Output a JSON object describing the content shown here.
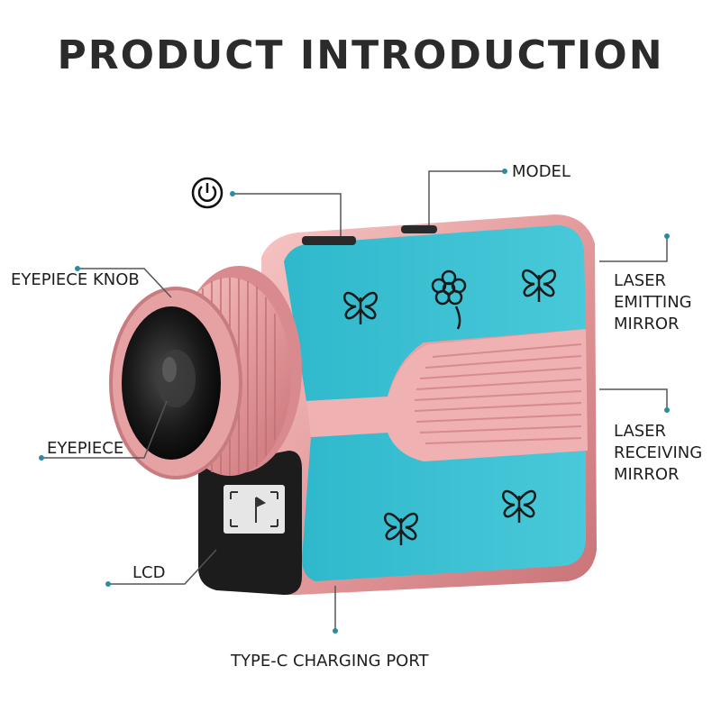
{
  "title": "PRODUCT INTRODUCTION",
  "labels": {
    "model": "MODEL",
    "eyepiece_knob": "EYEPIECE KNOB",
    "laser_emitting": [
      "LASER",
      "EMITTING",
      "MIRROR"
    ],
    "laser_receiving": [
      "LASER",
      "RECEIVING",
      "MIRROR"
    ],
    "eyepiece": "EYEPIECE",
    "lcd": "LCD",
    "type_c": "TYPE-C CHARGING PORT"
  },
  "icons": {
    "power": "power-icon",
    "butterfly": "butterfly-icon",
    "flower": "flower-icon"
  },
  "colors": {
    "body_teal": "#3cc3d6",
    "accent_pink": "#e9a3a5",
    "line": "#555555",
    "dot": "#2c8aa6"
  }
}
